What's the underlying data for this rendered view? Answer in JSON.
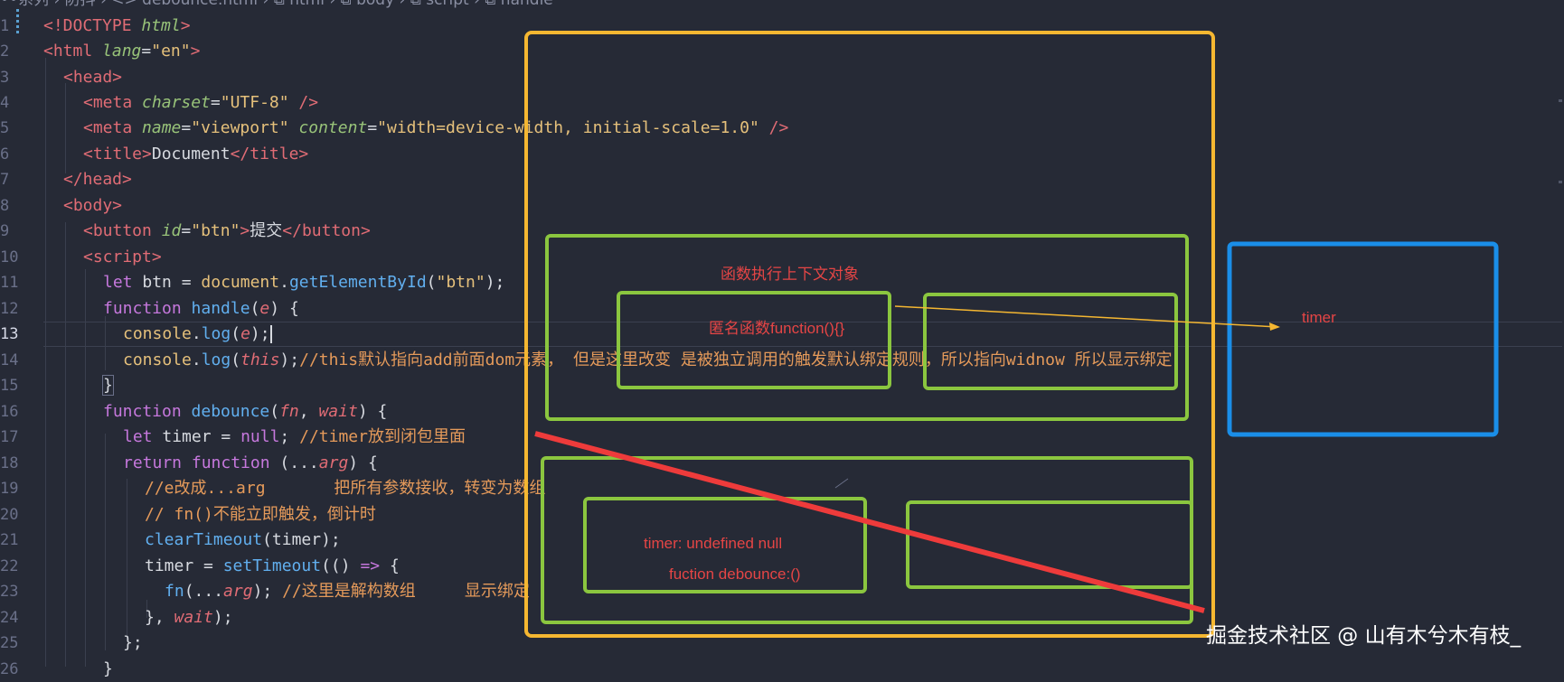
{
  "breadcrumb": {
    "items": [
      "...系列",
      "防抖",
      "debounce.html",
      "html",
      "body",
      "script",
      "handle"
    ],
    "text": "••系列 › 防抖 › <> debounce.html › ⧉ html › ⧉ body › ⧉ script › ⧉ handle"
  },
  "line_numbers": [
    "1",
    "2",
    "3",
    "4",
    "5",
    "6",
    "7",
    "8",
    "9",
    "10",
    "11",
    "12",
    "13",
    "14",
    "15",
    "16",
    "17",
    "18",
    "19",
    "20",
    "21",
    "22",
    "23",
    "24",
    "25",
    "26"
  ],
  "active_line": "13",
  "code": {
    "l1": {
      "p1": "<!DOCTYPE ",
      "p2": "html",
      "p3": ">"
    },
    "l2": {
      "p1": "<html ",
      "p2": "lang",
      "p3": "=",
      "p4": "\"en\"",
      "p5": ">"
    },
    "l3": {
      "p1": "<head>"
    },
    "l4": {
      "p1": "<meta ",
      "p2": "charset",
      "p3": "=",
      "p4": "\"UTF-8\"",
      "p5": " />"
    },
    "l5": {
      "p1": "<meta ",
      "p2": "name",
      "p3": "=",
      "p4": "\"viewport\"",
      "p5": " ",
      "p6": "content",
      "p7": "=",
      "p8": "\"width=device-width, initial-scale=1.0\"",
      "p9": " />"
    },
    "l6": {
      "p1": "<title>",
      "p2": "Document",
      "p3": "</title>"
    },
    "l7": {
      "p1": "</head>"
    },
    "l8": {
      "p1": "<body>"
    },
    "l9": {
      "p1": "<button ",
      "p2": "id",
      "p3": "=",
      "p4": "\"btn\"",
      "p5": ">",
      "p6": "提交",
      "p7": "</button>"
    },
    "l10": {
      "p1": "<script>"
    },
    "l11": {
      "p1": "let ",
      "p2": "btn",
      "p3": " = ",
      "p4": "document",
      "p5": ".",
      "p6": "getElementById",
      "p7": "(",
      "p8": "\"btn\"",
      "p9": ");"
    },
    "l12": {
      "p1": "function ",
      "p2": "handle",
      "p3": "(",
      "p4": "e",
      "p5": ") {"
    },
    "l13": {
      "p1": "console",
      "p2": ".",
      "p3": "log",
      "p4": "(",
      "p5": "e",
      "p6": ");"
    },
    "l14": {
      "p1": "console",
      "p2": ".",
      "p3": "log",
      "p4": "(",
      "p5": "this",
      "p6": ");",
      "p7": "//this默认指向add前面dom元素， 但是这里改变 是被独立调用的触发默认绑定规则，所以指向widnow 所以显示绑定"
    },
    "l15": {
      "p1": "}"
    },
    "l16": {
      "p1": "function ",
      "p2": "debounce",
      "p3": "(",
      "p4": "fn",
      "p5": ", ",
      "p6": "wait",
      "p7": ") {"
    },
    "l17": {
      "p1": "let ",
      "p2": "timer",
      "p3": " = ",
      "p4": "null",
      "p5": "; ",
      "p6": "//timer放到闭包里面"
    },
    "l18": {
      "p1": "return ",
      "p2": "function ",
      "p3": "(...",
      "p4": "arg",
      "p5": ") {"
    },
    "l19": {
      "p1": "//e改成...arg       把所有参数接收，转变为数组"
    },
    "l20": {
      "p1": "// fn()不能立即触发，倒计时"
    },
    "l21": {
      "p1": "clearTimeout",
      "p2": "(",
      "p3": "timer",
      "p4": ");"
    },
    "l22": {
      "p1": "timer",
      "p2": " = ",
      "p3": "setTimeout",
      "p4": "(() ",
      "p5": "=>",
      "p6": " {"
    },
    "l23": {
      "p1": "fn",
      "p2": "(...",
      "p3": "arg",
      "p4": "); ",
      "p5": "//这里是解构数组     显示绑定"
    },
    "l24": {
      "p1": "}, ",
      "p2": "wait",
      "p3": ");"
    },
    "l25": {
      "p1": "};"
    },
    "l26": {
      "p1": "}"
    }
  },
  "annotations": {
    "context_label": "函数执行上下文对象",
    "anon_fn_label": "匿名函数function(){}",
    "timer_label": "timer",
    "timer_value": "timer: undefined null",
    "debounce_label": "fuction debounce:()"
  },
  "watermark": "掘金技术社区 @ 山有木兮木有枝_",
  "colors": {
    "editor_bg": "#262a36",
    "outer_frame": "#f5b731",
    "green_box": "#8bc63f",
    "blue_box": "#1a8ee8",
    "strike_line": "#ee3b3b",
    "arrow": "#f5b731"
  }
}
